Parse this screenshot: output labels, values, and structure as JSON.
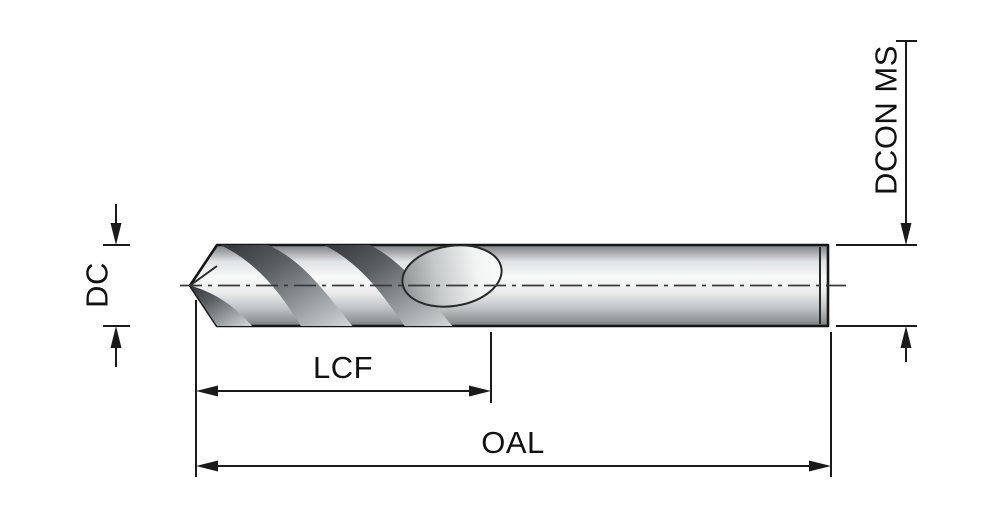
{
  "labels": {
    "dc": "DC",
    "dcon": "DCON MS",
    "lcf": "LCF",
    "oal": "OAL"
  },
  "colors": {
    "line": "#1a1a1a",
    "background": "#ffffff",
    "metal_light": "#f8f9f9",
    "metal_mid": "#bfc3c5",
    "metal_dark": "#7e8284",
    "flute_dark": "#2f3335"
  }
}
